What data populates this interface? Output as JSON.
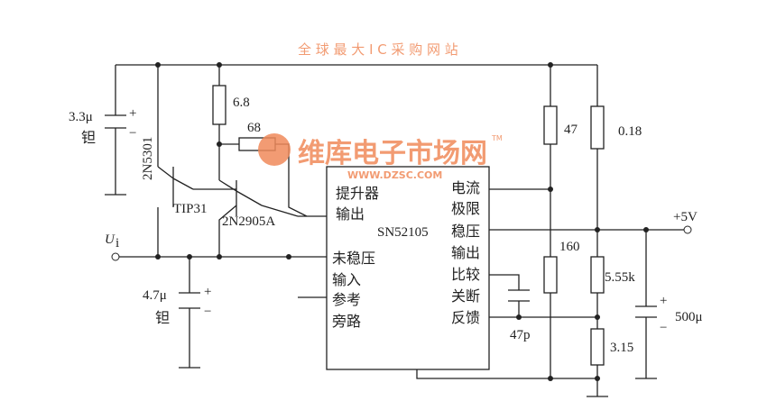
{
  "ic": {
    "name": "SN52105",
    "pins_left": [
      "提升器",
      "输出",
      "未稳压",
      "输入",
      "参考",
      "旁路"
    ],
    "pins_right": [
      "电流",
      "极限",
      "稳压",
      "输出",
      "比较",
      "关断",
      "反馈"
    ]
  },
  "labels": {
    "c1": "3.3μ",
    "c1_type": "钽",
    "q1": "2N5301",
    "q2": "TIP31",
    "q3": "2N2905A",
    "r1": "6.8",
    "r2": "68",
    "r3": "47",
    "r4": "0.18",
    "r5": "160",
    "r6": "5.55k",
    "r7": "3.15",
    "c2": "4.7μ",
    "c2_type": "钽",
    "c3": "47p",
    "c4": "500μ",
    "vout": "+5V",
    "vin": "U",
    "vin_sub": "i",
    "plus": "+",
    "minus": "−"
  },
  "watermark": {
    "title": "维库电子市场网",
    "url": "WWW.DZSC.COM",
    "slogan": "全 球 最 大 I C 采 购 网 站",
    "tm": "TM"
  }
}
